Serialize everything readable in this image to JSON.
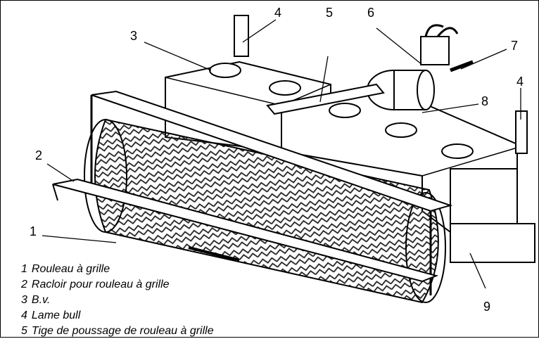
{
  "callouts": [
    "1",
    "2",
    "3",
    "4",
    "5",
    "6",
    "7",
    "8",
    "4",
    "9"
  ],
  "legend": [
    {
      "num": "1",
      "text": "Rouleau à grille"
    },
    {
      "num": "2",
      "text": "Racloir pour rouleau à grille"
    },
    {
      "num": "3",
      "text": "B.v."
    },
    {
      "num": "4",
      "text": "Lame bull"
    },
    {
      "num": "5",
      "text": "Tige de poussage de rouleau à grille"
    }
  ],
  "colors": {
    "line": "#000000",
    "fill": "#ffffff",
    "mesh": "#222222"
  }
}
